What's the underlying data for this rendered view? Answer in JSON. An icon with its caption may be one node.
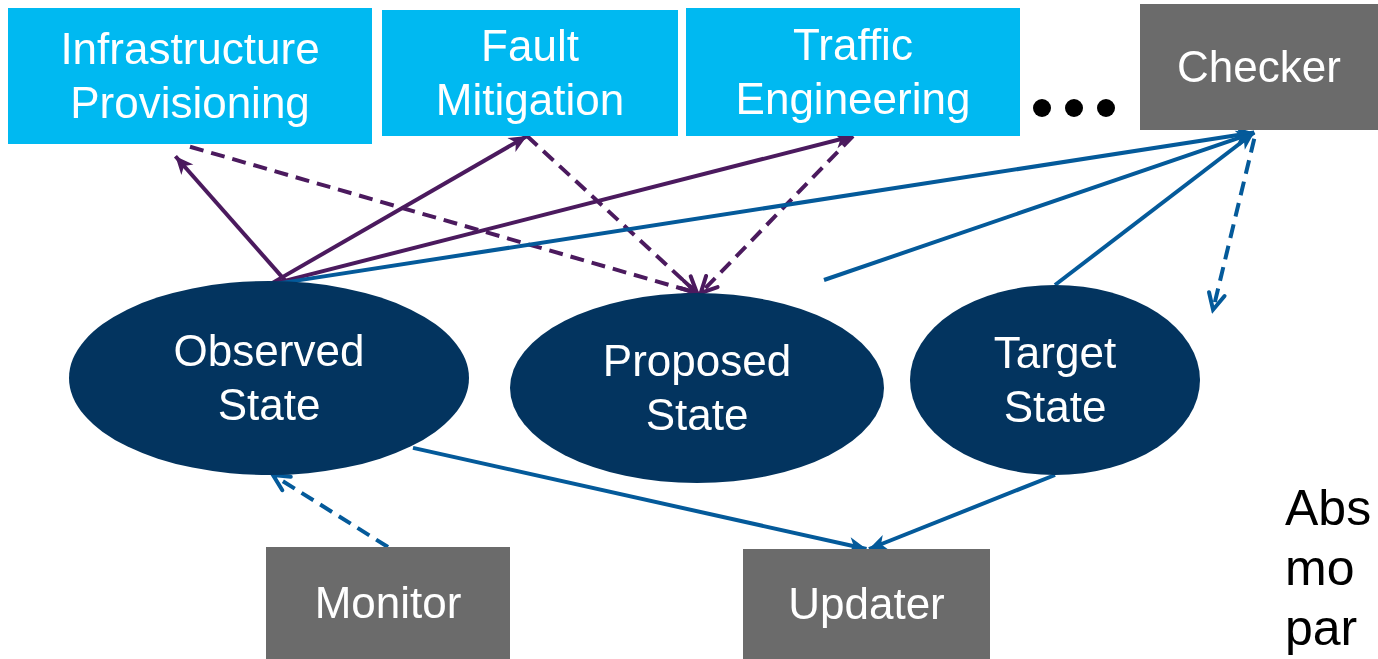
{
  "diagram": {
    "nodes": [
      {
        "text": [
          "Infrastructure Provisioning"
        ]
      },
      {
        "text": [
          "Fault Mitigation"
        ]
      },
      {
        "text": [
          "Traffic Engineering"
        ]
      },
      {
        "text": [
          "Checker"
        ]
      },
      {
        "text": [
          "Observed State"
        ]
      },
      {
        "text": [
          "Proposed State"
        ]
      },
      {
        "text": [
          "Target State"
        ]
      },
      {
        "text": [
          "Monitor"
        ]
      },
      {
        "text": [
          "Updater"
        ]
      }
    ],
    "edges": [
      {
        "from": 4,
        "to": 0,
        "arrow": "to",
        "color": "#4b1a5e"
      },
      {
        "from": 4,
        "to": 1,
        "arrow": "to",
        "color": "#4b1a5e"
      },
      {
        "from": 4,
        "to": 2,
        "arrow": "to",
        "color": "#4b1a5e"
      },
      {
        "from": 0,
        "to": 5,
        "arrow": "to",
        "style": "dashed",
        "color": "#4b1a5e"
      },
      {
        "from": 1,
        "to": 5,
        "arrow": "to",
        "style": "dashed",
        "color": "#4b1a5e"
      },
      {
        "from": 2,
        "to": 5,
        "arrow": "to",
        "style": "dashed",
        "color": "#4b1a5e"
      },
      {
        "from": 4,
        "to": 3,
        "arrow": "to"
      },
      {
        "from": null,
        "to": 3,
        "arrow": "to"
      },
      {
        "from": 6,
        "to": 3,
        "arrow": "to"
      },
      {
        "from": 3,
        "to": 6,
        "arrow": "to",
        "style": "dashed"
      },
      {
        "from": 7,
        "to": 4,
        "arrow": "to",
        "style": "dashed"
      },
      {
        "from": 4,
        "to": 8,
        "arrow": "to"
      },
      {
        "from": 6,
        "to": 8,
        "arrow": "to"
      }
    ],
    "labels": [
      "Abs mo par"
    ]
  }
}
